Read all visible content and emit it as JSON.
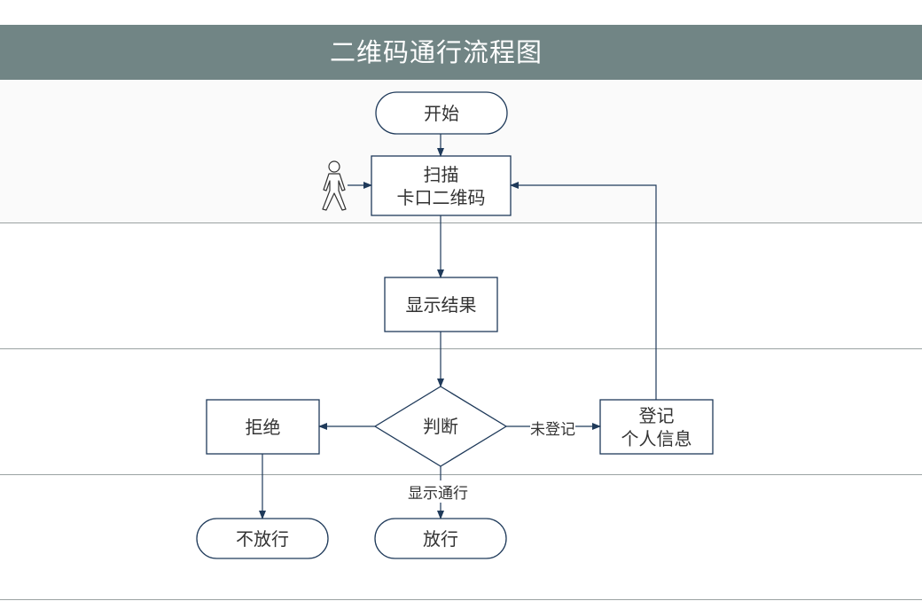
{
  "title": "二维码通行流程图",
  "colors": {
    "header": "#718585",
    "stroke": "#1f3a5a",
    "lane_line": "#9aa2a2"
  },
  "nodes": {
    "start": "开始",
    "scan": "扫描\n卡口二维码",
    "show_result": "显示结果",
    "judge": "判断",
    "reject": "拒绝",
    "register": "登记\n个人信息",
    "not_pass": "不放行",
    "pass": "放行"
  },
  "edges": {
    "unregistered": "未登记",
    "show_pass": "显示通行"
  },
  "actor_icon": "person-icon"
}
